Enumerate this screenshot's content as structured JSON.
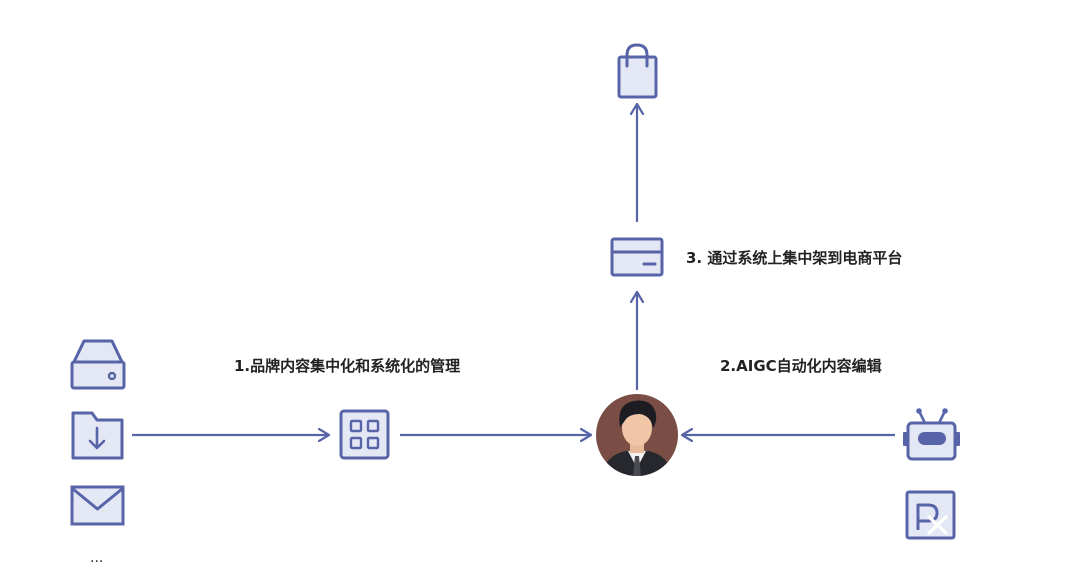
{
  "labels": {
    "step1": "1.品牌内容集中化和系统化的管理",
    "step2": "2.AIGC自动化内容编辑",
    "step3": "3. 通过系统上集中架到电商平台"
  },
  "sources_more": "...",
  "icons": {
    "source_1": "hard-drive-icon",
    "source_2": "download-folder-icon",
    "source_3": "mail-icon",
    "hub": "grid-apps-icon",
    "center": "person-avatar-icon",
    "ai_1": "robot-icon",
    "ai_2": "ps-image-edit-icon",
    "card": "credit-card-icon",
    "shop": "shopping-bag-icon"
  },
  "colors": {
    "icon_stroke": "#5864a8",
    "icon_fill": "#e4e7f4",
    "arrow": "#5864a8",
    "text": "#222222"
  }
}
